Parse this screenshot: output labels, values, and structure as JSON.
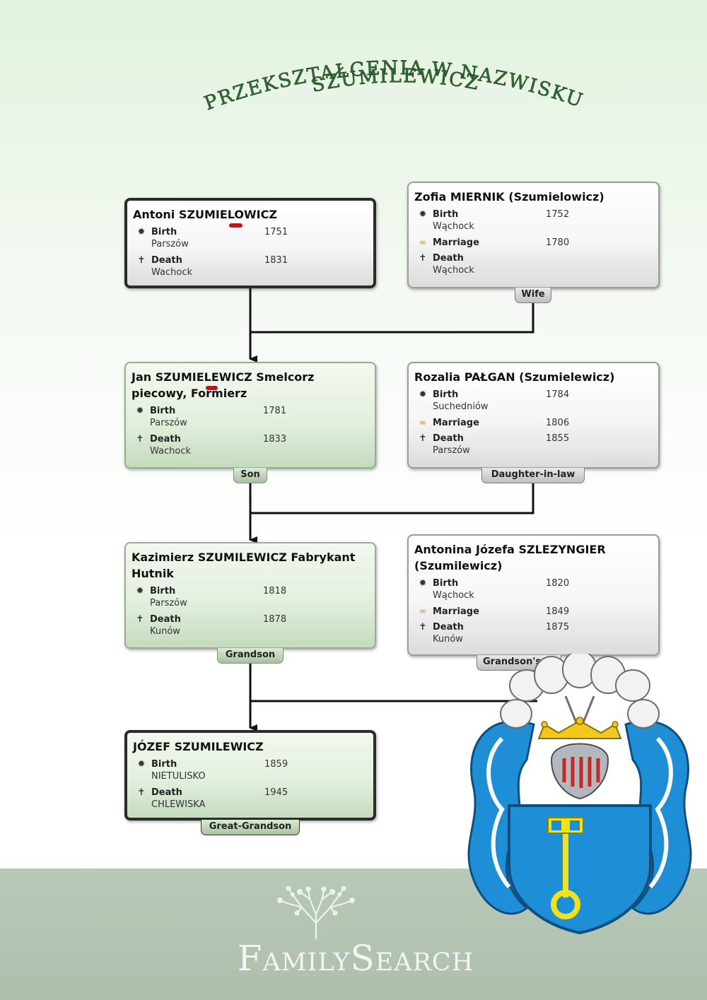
{
  "title": {
    "line1": "PRZEKSZTAŁCENIA W NAZWISKU",
    "line2": "SZUMILEWICZ"
  },
  "events_labels": {
    "birth": "Birth",
    "death": "Death",
    "marriage": "Marriage"
  },
  "persons": {
    "antoni": {
      "name_a": "Antoni SZUMIE",
      "name_b": "LO",
      "name_c": "WICZ",
      "birth_year": "1751",
      "birth_place": "Parszów",
      "death_year": "1831",
      "death_place": "Wachock"
    },
    "zofia": {
      "name": "Zofia MIERNIK (Szumielowicz)",
      "birth_year": "1752",
      "birth_place": "Wąchock",
      "marriage_year": "1780",
      "death_year": "",
      "death_place": "Wąchock",
      "relation": "Wife"
    },
    "jan": {
      "name_a": "Jan SZUMIE",
      "name_b": "LE",
      "name_c": "WICZ Smelcorz piecowy, Formierz",
      "birth_year": "1781",
      "birth_place": "Parszów",
      "death_year": "1833",
      "death_place": "Wachock",
      "relation": "Son"
    },
    "rozalia": {
      "name": "Rozalia PAŁGAN (Szumielewicz)",
      "birth_year": "1784",
      "birth_place": "Suchedniów",
      "marriage_year": "1806",
      "death_year": "1855",
      "death_place": "Parszów",
      "relation": "Daughter-in-law"
    },
    "kazimierz": {
      "name": "Kazimierz SZUMILEWICZ Fabrykant Hutnik",
      "birth_year": "1818",
      "birth_place": "Parszów",
      "death_year": "1878",
      "death_place": "Kunów",
      "relation": "Grandson"
    },
    "antonina": {
      "name": "Antonina Józefa SZLEZYNGIER (Szumilewicz)",
      "birth_year": "1820",
      "birth_place": "Wąchock",
      "marriage_year": "1849",
      "death_year": "1875",
      "death_place": "Kunów",
      "relation": "Grandson's"
    },
    "jozef": {
      "name": "JÓZEF SZUMILEWICZ",
      "birth_year": "1859",
      "birth_place": "NIETULISKO",
      "death_year": "1945",
      "death_place": "CHLEWISKA",
      "relation": "Great-Grandson"
    }
  },
  "footer": {
    "brand": "FamilySearch"
  },
  "colors": {
    "title_green": "#2f6d33",
    "card_green": "#e4f0df",
    "card_gray": "#f6f6f6",
    "crest_blue": "#1e8fd6",
    "key_yellow": "#f2e21a",
    "underline_red": "#c0141b",
    "footer_bg": "#b9c9b9"
  },
  "icons": {
    "birth": "birth-icon",
    "death": "cross-icon",
    "marriage": "rings-icon",
    "crest": "coat-of-arms-key",
    "logo": "family-tree-logo"
  }
}
